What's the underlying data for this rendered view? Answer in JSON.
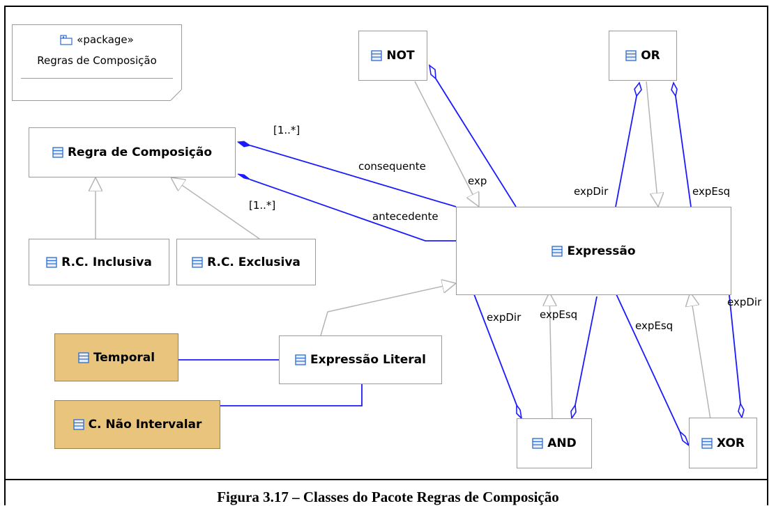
{
  "package": {
    "stereotype": "«package»",
    "name": "Regras de Composição",
    "icon": "package-icon"
  },
  "classes": {
    "regra_composicao": "Regra de Composição",
    "rc_inclusiva": "R.C. Inclusiva",
    "rc_exclusiva": "R.C. Exclusiva",
    "temporal": "Temporal",
    "c_nao_intervalar": "C. Não Intervalar",
    "expressao_literal": "Expressão Literal",
    "expressao": "Expressão",
    "not": "NOT",
    "or": "OR",
    "and": "AND",
    "xor": "XOR"
  },
  "labels": {
    "mult_consequente": "[1..*]",
    "mult_antecedente": "[1..*]",
    "consequente": "consequente",
    "antecedente": "antecedente",
    "exp": "exp",
    "or_expDir": "expDir",
    "or_expEsq": "expEsq",
    "and_expDir": "expDir",
    "and_expEsq": "expEsq",
    "xor_expEsq": "expEsq",
    "xor_expDir": "expDir"
  },
  "caption": "Figura 3.17 – Classes do Pacote Regras de Composição",
  "colors": {
    "association": "#1a1aff",
    "generalization": "#b4b4b4",
    "highlight_class": "#e8c47c"
  }
}
